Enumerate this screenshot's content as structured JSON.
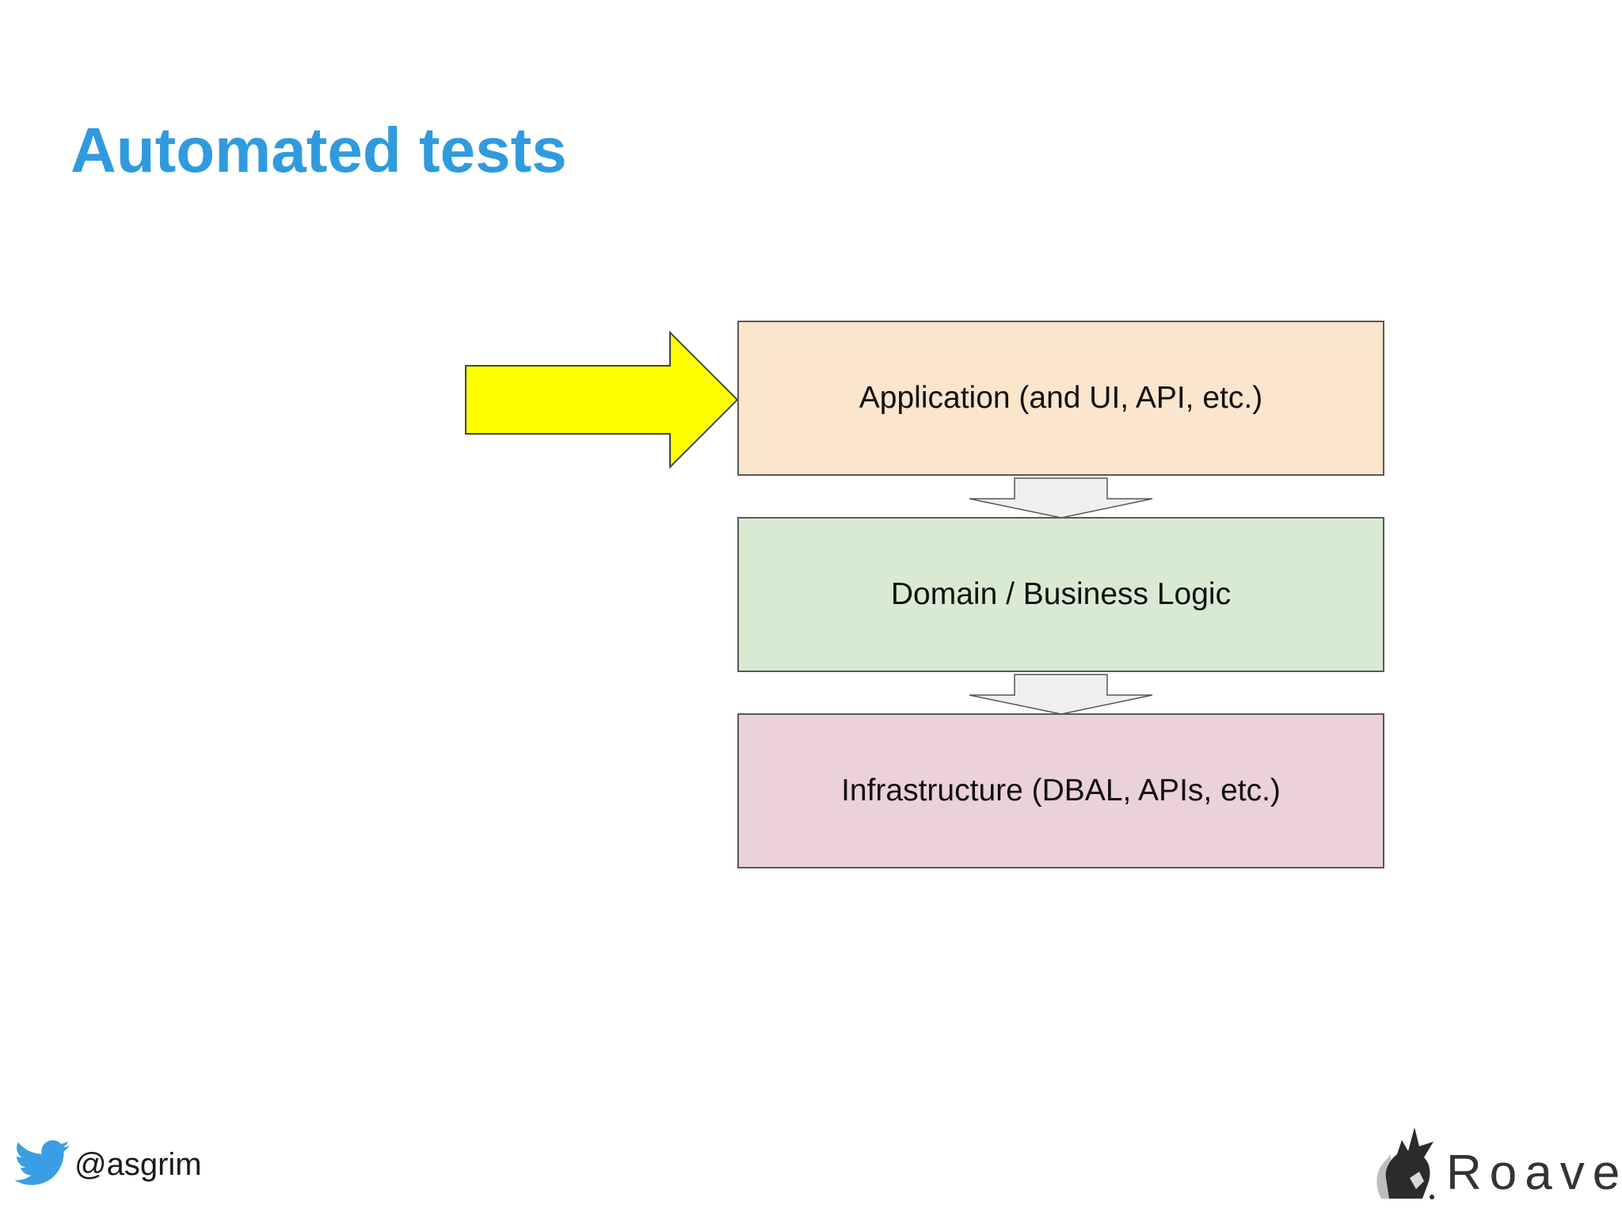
{
  "slide": {
    "title": "Automated tests",
    "title_color": "#2f9bde"
  },
  "diagram": {
    "layers": [
      {
        "label": "Application (and UI, API, etc.)",
        "fill": "#fce5cd"
      },
      {
        "label": "Domain / Business Logic",
        "fill": "#d9ead3"
      },
      {
        "label": "Infrastructure (DBAL, APIs, etc.)",
        "fill": "#ead1dc"
      }
    ],
    "pointer_arrow_color": "#ffff00",
    "flow_arrow_color": "#efefef"
  },
  "footer": {
    "handle": "@asgrim",
    "handle_icon": "twitter-bird-icon",
    "logo_text": "Roave",
    "logo_icon": "roave-wolf-icon"
  }
}
